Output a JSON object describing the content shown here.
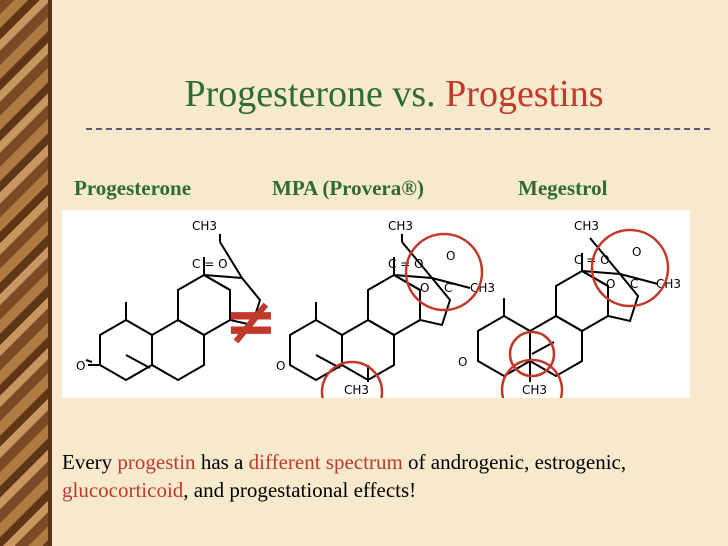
{
  "slide": {
    "title_main": "Progesterone vs. ",
    "title_highlight": "Progestins",
    "labels": {
      "progesterone": "Progesterone",
      "mpa": "MPA (Provera®)",
      "megestrol": "Megestrol"
    },
    "not_equal": "≠",
    "structure_text": {
      "ch3": "CH3",
      "carbonyl": "C = O",
      "ester_c": "C",
      "ester_o_dbl": "O",
      "ester_o": "O",
      "ketone_o": "O"
    },
    "body": {
      "t1": "Every ",
      "t2": "progestin",
      "t3": " has a ",
      "t4": "different spectrum",
      "t5": " of androgenic, estrogenic, ",
      "t6": "glucocorticoid",
      "t7": ", and progestational effects!"
    },
    "colors": {
      "title_green": "#2e6b34",
      "accent_red": "#c0392b",
      "background": "#f6e9cc"
    }
  }
}
